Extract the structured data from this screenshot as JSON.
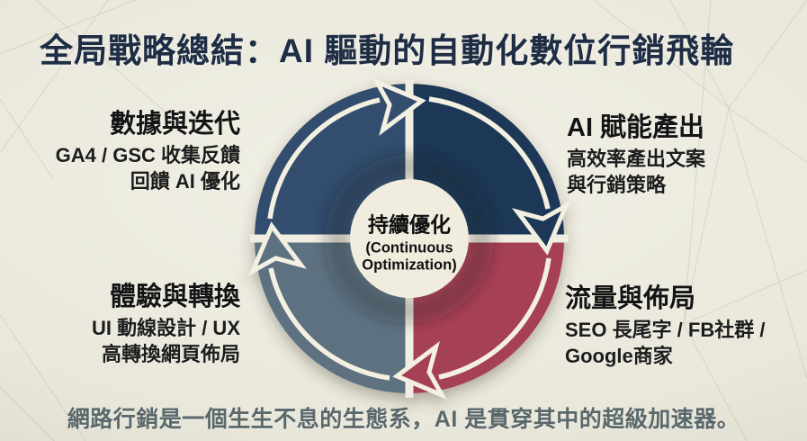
{
  "title": "全局戰略總結：AI 驅動的自動化數位行銷飛輪",
  "flywheel": {
    "center": {
      "heading": "持續優化",
      "sub_line1": "(Continuous",
      "sub_line2": "Optimization)"
    },
    "quadrants": [
      {
        "id": "data-and-iteration",
        "position": "top-left",
        "heading": "數據與迭代",
        "line1": "GA4 / GSC 收集反饋",
        "line2": "回饋 AI 優化",
        "color": "#314d6e"
      },
      {
        "id": "ai-empowered-output",
        "position": "top-right",
        "heading": "AI 賦能產出",
        "line1": "高效率產出文案",
        "line2": "與行銷策略",
        "color": "#1d3756"
      },
      {
        "id": "traffic-and-layout",
        "position": "bottom-right",
        "heading": "流量與佈局",
        "line1": "SEO 長尾字 / FB社群 /",
        "line2": "Google商家",
        "color": "#a63f55"
      },
      {
        "id": "experience-and-conversion",
        "position": "bottom-left",
        "heading": "體驗與轉換",
        "line1": "UI 動線設計 / UX",
        "line2": "高轉換網頁佈局",
        "color": "#5d7181"
      }
    ],
    "rotation": "clockwise"
  },
  "footer": {
    "text": "網路行銷是一個生生不息的生態系，AI 是貫穿其中的超級加速器。"
  },
  "colors": {
    "background": "#eae8db",
    "title_text": "#1e2d44",
    "label_text": "#141414",
    "footer_text": "#5a686b",
    "cream_line": "#f3f0e2"
  }
}
